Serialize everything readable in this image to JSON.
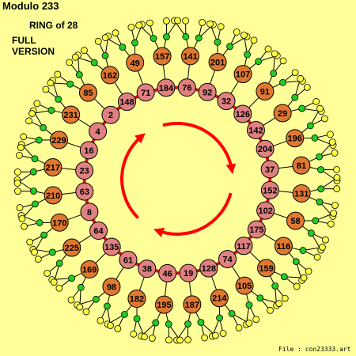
{
  "header": {
    "title": "Modulo 233",
    "ring_label": "RING of 28",
    "version_line1": "FULL",
    "version_line2": "VERSION"
  },
  "footer": {
    "file_label": "File : con23333.art"
  },
  "diagram": {
    "inner_ring": [
      76,
      92,
      32,
      126,
      142,
      204,
      37,
      152,
      102,
      175,
      117,
      74,
      128,
      19,
      46,
      38,
      61,
      135,
      64,
      8,
      63,
      23,
      16,
      4,
      2,
      148,
      71,
      184
    ],
    "outer_ring": [
      141,
      201,
      107,
      91,
      29,
      196,
      81,
      131,
      58,
      116,
      159,
      105,
      214,
      187,
      195,
      182,
      98,
      169,
      225,
      170,
      210,
      217,
      229,
      231,
      85,
      162,
      49,
      157
    ],
    "colors": {
      "background": "#FFFF99",
      "inner_node": "#E08080",
      "outer_node": "#E07830",
      "green_node": "#22CC22",
      "yellow_node": "#FFFF44",
      "ring_line": "#D01818",
      "arrow": "#FF0000",
      "stroke": "#000000"
    },
    "center_arrows": {
      "count": 3,
      "direction": "clockwise"
    }
  }
}
